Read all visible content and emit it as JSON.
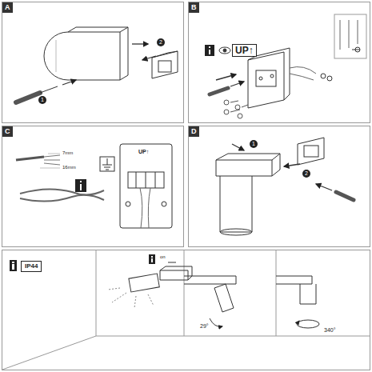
{
  "diagram": {
    "labels": [
      "A",
      "1",
      "2",
      "B",
      "UP↑",
      "C",
      "7mm",
      "16mm",
      "UP↑",
      "D",
      "1",
      "2",
      "IP44",
      "on",
      "29°",
      "340°"
    ]
  }
}
